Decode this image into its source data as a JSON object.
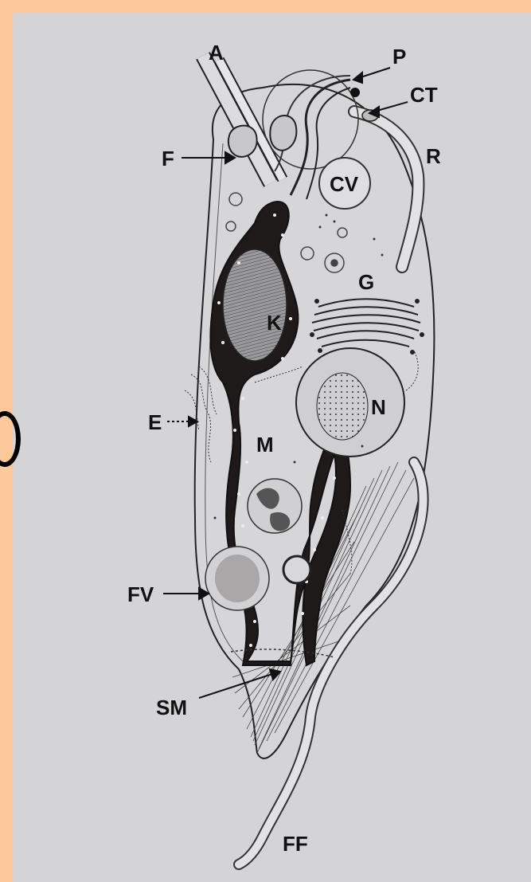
{
  "figure": {
    "labels": {
      "A": "A",
      "P": "P",
      "CT": "CT",
      "R": "R",
      "F": "F",
      "CV": "CV",
      "G": "G",
      "K": "K",
      "N": "N",
      "E": "E",
      "M": "M",
      "FV": "FV",
      "SM": "SM",
      "FF": "FF"
    },
    "colors": {
      "page_background": "#fdc89a",
      "figure_background": "#d4d4d6",
      "ink": "#1a1a1a",
      "kinetoplast": "#1e1a1a"
    }
  }
}
